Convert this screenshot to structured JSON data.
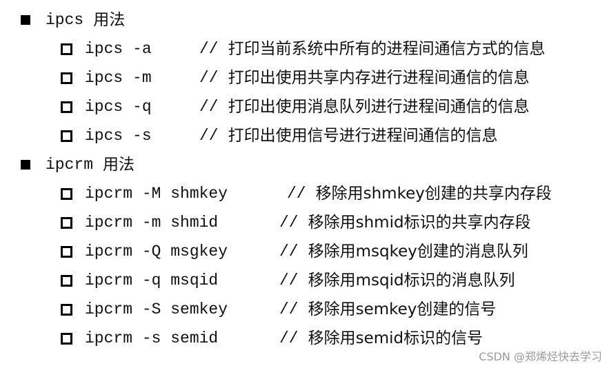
{
  "sections": [
    {
      "command": "ipcs",
      "label": "用法",
      "items": [
        {
          "cmd": "ipcs -a",
          "comment": "//",
          "desc": "打印当前系统中所有的进程间通信方式的信息"
        },
        {
          "cmd": "ipcs -m",
          "comment": "//",
          "desc": "打印出使用共享内存进行进程间通信的信息"
        },
        {
          "cmd": "ipcs -q",
          "comment": "//",
          "desc": "打印出使用消息队列进行进程间通信的信息"
        },
        {
          "cmd": "ipcs -s",
          "comment": "//",
          "desc": "打印出使用信号进行进程间通信的信息"
        }
      ]
    },
    {
      "command": "ipcrm",
      "label": "用法",
      "items": [
        {
          "cmd": "ipcrm -M shmkey",
          "comment": "//",
          "desc": "移除用shmkey创建的共享内存段"
        },
        {
          "cmd": "ipcrm -m shmid",
          "comment": "//",
          "desc": "移除用shmid标识的共享内存段"
        },
        {
          "cmd": "ipcrm -Q msgkey",
          "comment": "//",
          "desc": "移除用msqkey创建的消息队列"
        },
        {
          "cmd": "ipcrm -q msqid",
          "comment": "//",
          "desc": "移除用msqid标识的消息队列"
        },
        {
          "cmd": "ipcrm -S semkey",
          "comment": "//",
          "desc": "移除用semkey创建的信号"
        },
        {
          "cmd": "ipcrm -s semid",
          "comment": "//",
          "desc": "移除用semid标识的信号"
        }
      ]
    }
  ],
  "watermark": "CSDN @郑烯烃快去学习"
}
